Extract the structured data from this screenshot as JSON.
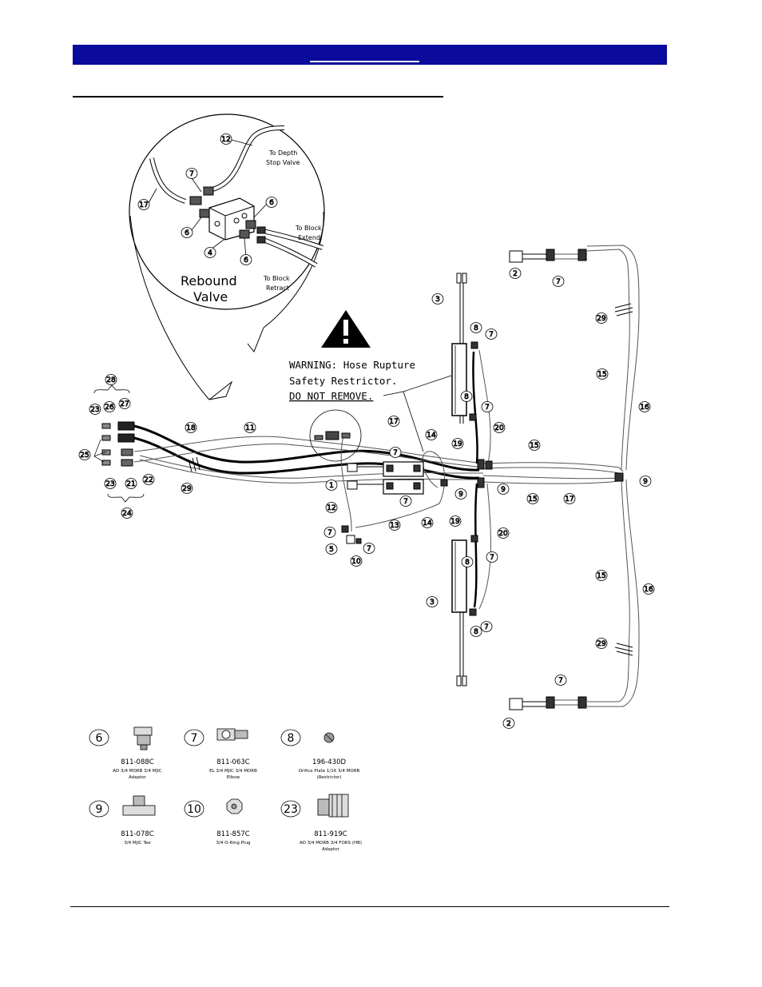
{
  "inset": {
    "title_line1": "Rebound",
    "title_line2": "Valve",
    "notes": {
      "depth": [
        "To Depth",
        "Stop Valve"
      ],
      "extend": [
        "To Block",
        "Extend"
      ],
      "retract": [
        "To Block",
        "Retract"
      ]
    },
    "callouts": [
      "12",
      "7",
      "17",
      "6",
      "6",
      "4",
      "6"
    ]
  },
  "warning": {
    "line1": "WARNING: Hose Rupture",
    "line2": "Safety Restrictor.",
    "line3": "DO NOT REMOVE."
  },
  "callouts": {
    "c2a": "2",
    "c7a": "7",
    "c3a": "3",
    "c29a": "29",
    "c8a": "8",
    "c7b": "7",
    "c15a": "15",
    "c16a": "16",
    "c8b": "8",
    "c7c": "7",
    "c20a": "20",
    "c19a": "19",
    "c15b": "15",
    "c28": "28",
    "c27": "27",
    "c26": "26",
    "c23a": "23",
    "c18": "18",
    "c11": "11",
    "c17a": "17",
    "c14a": "14",
    "c7d": "7",
    "c25": "25",
    "c1": "1",
    "c9a": "9",
    "c9b": "9",
    "c9c": "9",
    "c23b": "23",
    "c21": "21",
    "c22": "22",
    "c29b": "29",
    "c7e": "7",
    "c15c": "15",
    "c17b": "17",
    "c24": "24",
    "c12": "12",
    "c13": "13",
    "c14b": "14",
    "c19b": "19",
    "c20b": "20",
    "c7f": "7",
    "c7g": "7",
    "c5": "5",
    "c10": "10",
    "c7h": "7",
    "c15d": "15",
    "c16b": "16",
    "c8c": "8",
    "c3b": "3",
    "c7i": "7",
    "c8d": "8",
    "c29c": "29",
    "c7j": "7",
    "c2b": "2"
  },
  "legend": [
    {
      "num": "6",
      "pn": "811-088C",
      "desc": [
        "AD 3/4 MORB 3/4 MJIC",
        "Adaptor"
      ]
    },
    {
      "num": "7",
      "pn": "811-063C",
      "desc": [
        "EL 3/4 MJIC 3/4 MORB",
        "Elbow"
      ]
    },
    {
      "num": "8",
      "pn": "196-430D",
      "desc": [
        "Orifice Plate 1/16 3/4 MORB",
        "(Restrictor)"
      ]
    },
    {
      "num": "9",
      "pn": "811-078C",
      "desc": [
        "3/4 MJIC Tee",
        ""
      ]
    },
    {
      "num": "10",
      "pn": "811-857C",
      "desc": [
        "3/4 O-Ring Plug",
        ""
      ]
    },
    {
      "num": "23",
      "pn": "811-919C",
      "desc": [
        "AD 3/4 MORB 3/4 FORS (HB)",
        "Adaptor"
      ]
    }
  ]
}
